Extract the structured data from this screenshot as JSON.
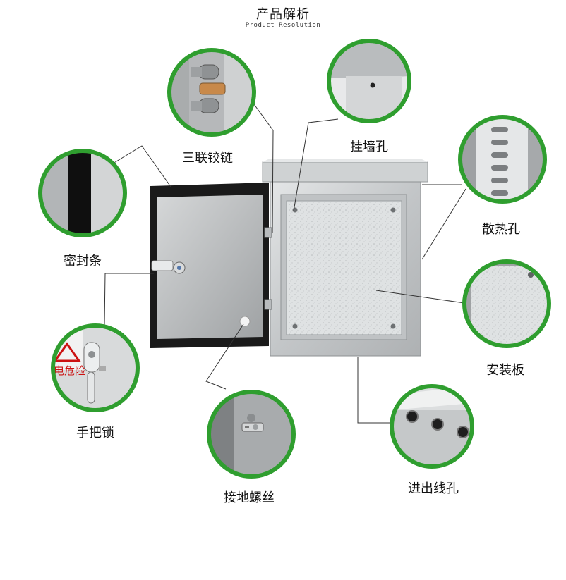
{
  "header": {
    "title": "产品解析",
    "subtitle": "Product Resolution"
  },
  "colors": {
    "ring": "#2f9e2f",
    "steel": "#c9cbcc",
    "gasket": "#111111",
    "plate": "#d9dcdd"
  },
  "callouts": [
    {
      "id": "hinge",
      "label": "三联铰链",
      "icon": "triple-hinge-icon"
    },
    {
      "id": "wall-mount",
      "label": "挂墙孔",
      "icon": "wall-mount-hole-icon"
    },
    {
      "id": "vent",
      "label": "散热孔",
      "icon": "vent-slots-icon"
    },
    {
      "id": "seal",
      "label": "密封条",
      "icon": "seal-strip-icon"
    },
    {
      "id": "plate",
      "label": "安装板",
      "icon": "mounting-plate-icon"
    },
    {
      "id": "lock",
      "label": "手把锁",
      "icon": "handle-lock-icon"
    },
    {
      "id": "ground",
      "label": "接地螺丝",
      "icon": "ground-screw-icon"
    },
    {
      "id": "cable",
      "label": "进出线孔",
      "icon": "cable-entry-icon"
    }
  ],
  "warning_text": "电危险"
}
